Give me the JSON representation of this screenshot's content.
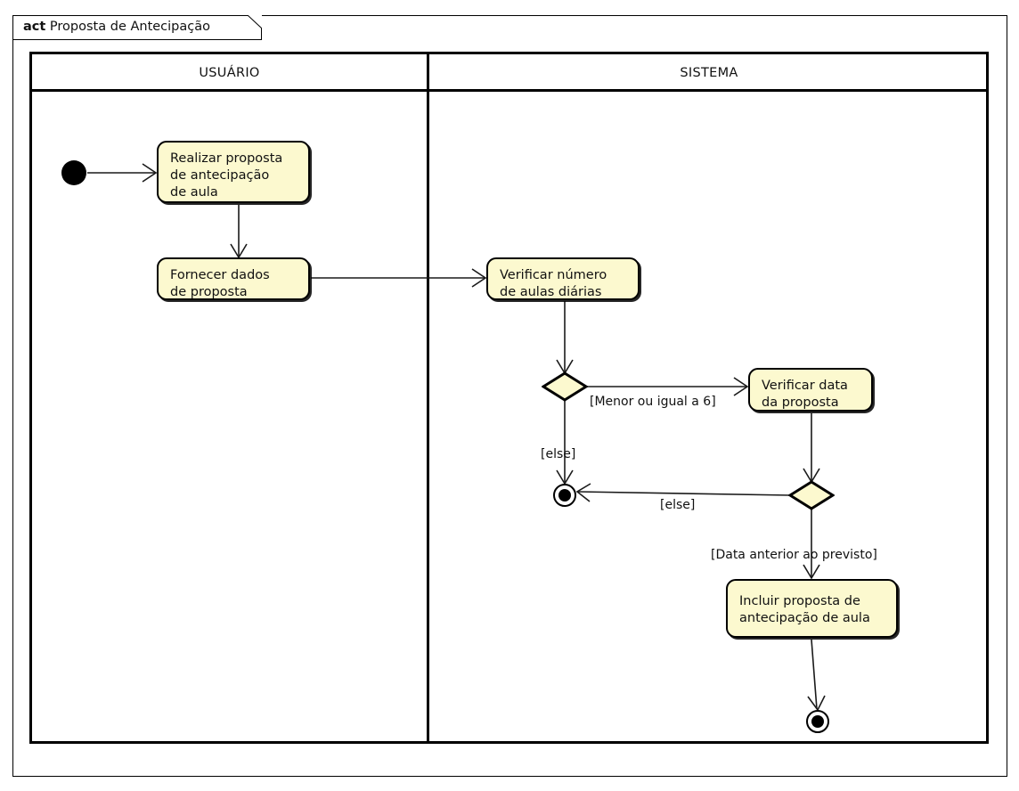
{
  "diagram": {
    "frame_keyword": "act",
    "frame_title": "Proposta de Antecipação",
    "lanes": [
      {
        "name": "USUÁRIO"
      },
      {
        "name": "SISTEMA"
      }
    ],
    "colors": {
      "node_fill": "#FCF9CF",
      "node_border": "#000000",
      "decision_fill": "#FCF9CF",
      "edge": "#1A1A1A",
      "background": "#FFFFFF"
    },
    "nodes": [
      {
        "id": "initial",
        "type": "initial-node",
        "lane": "USUÁRIO",
        "label": ""
      },
      {
        "id": "act1",
        "type": "activity",
        "lane": "USUÁRIO",
        "lines": [
          "Realizar proposta",
          "de antecipação",
          "de aula"
        ]
      },
      {
        "id": "act2",
        "type": "activity",
        "lane": "USUÁRIO",
        "lines": [
          "Fornecer dados",
          "de proposta"
        ]
      },
      {
        "id": "act3",
        "type": "activity",
        "lane": "SISTEMA",
        "lines": [
          "Verificar número",
          "de aulas diárias"
        ]
      },
      {
        "id": "decision1",
        "type": "decision",
        "lane": "SISTEMA",
        "label": ""
      },
      {
        "id": "act4",
        "type": "activity",
        "lane": "SISTEMA",
        "lines": [
          "Verificar data",
          "da proposta"
        ]
      },
      {
        "id": "decision2",
        "type": "decision",
        "lane": "SISTEMA",
        "label": ""
      },
      {
        "id": "final1",
        "type": "final-node",
        "lane": "SISTEMA",
        "label": ""
      },
      {
        "id": "act5",
        "type": "activity",
        "lane": "SISTEMA",
        "lines": [
          "Incluir proposta de",
          "antecipação de aula"
        ]
      },
      {
        "id": "final2",
        "type": "final-node",
        "lane": "SISTEMA",
        "label": ""
      }
    ],
    "edges": [
      {
        "from": "initial",
        "to": "act1",
        "guard": ""
      },
      {
        "from": "act1",
        "to": "act2",
        "guard": ""
      },
      {
        "from": "act2",
        "to": "act3",
        "guard": ""
      },
      {
        "from": "act3",
        "to": "decision1",
        "guard": ""
      },
      {
        "from": "decision1",
        "to": "act4",
        "guard": "[Menor ou igual a 6]"
      },
      {
        "from": "decision1",
        "to": "final1",
        "guard": "[else]"
      },
      {
        "from": "act4",
        "to": "decision2",
        "guard": ""
      },
      {
        "from": "decision2",
        "to": "final1",
        "guard": "[else]"
      },
      {
        "from": "decision2",
        "to": "act5",
        "guard": "[Data anterior ao previsto]"
      },
      {
        "from": "act5",
        "to": "final2",
        "guard": ""
      }
    ],
    "guards": {
      "menor_igual_6": "[Menor ou igual a 6]",
      "else_1": "[else]",
      "else_2": "[else]",
      "data_anterior": "[Data anterior ao previsto]"
    }
  }
}
